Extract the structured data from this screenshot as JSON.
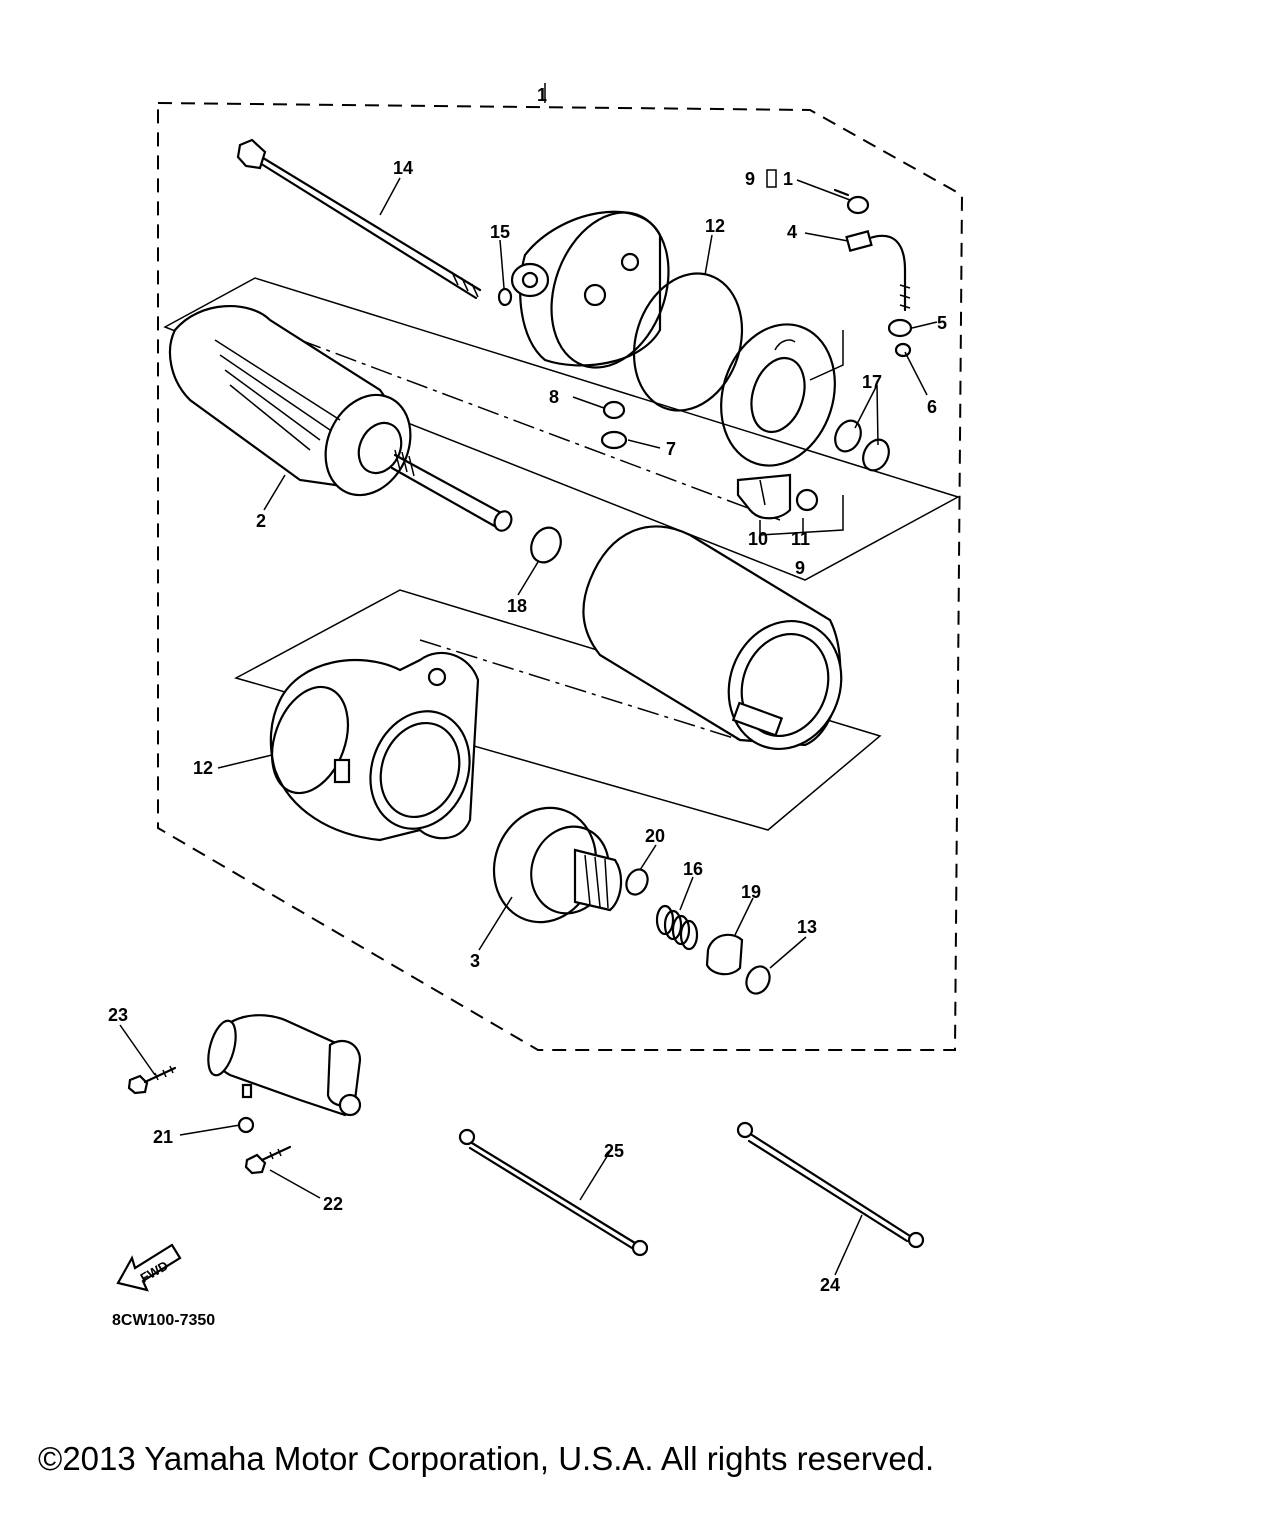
{
  "diagram": {
    "code": "8CW100-7350",
    "fwd_label": "FWD",
    "callouts": {
      "c1": "1",
      "c2": "2",
      "c3": "3",
      "c4": "4",
      "c5": "5",
      "c6": "6",
      "c7": "7",
      "c8": "8",
      "c9_top": "9",
      "c9_bottom": "9",
      "c10": "10",
      "c11_top": "1",
      "c11": "11",
      "c12_top": "12",
      "c12_left": "12",
      "c13": "13",
      "c14": "14",
      "c15": "15",
      "c16": "16",
      "c17": "17",
      "c18": "18",
      "c19": "19",
      "c20": "20",
      "c21": "21",
      "c22": "22",
      "c23": "23",
      "c24": "24",
      "c25": "25"
    }
  },
  "footer": {
    "copyright": "©2013 Yamaha Motor Corporation, U.S.A. All rights reserved."
  }
}
